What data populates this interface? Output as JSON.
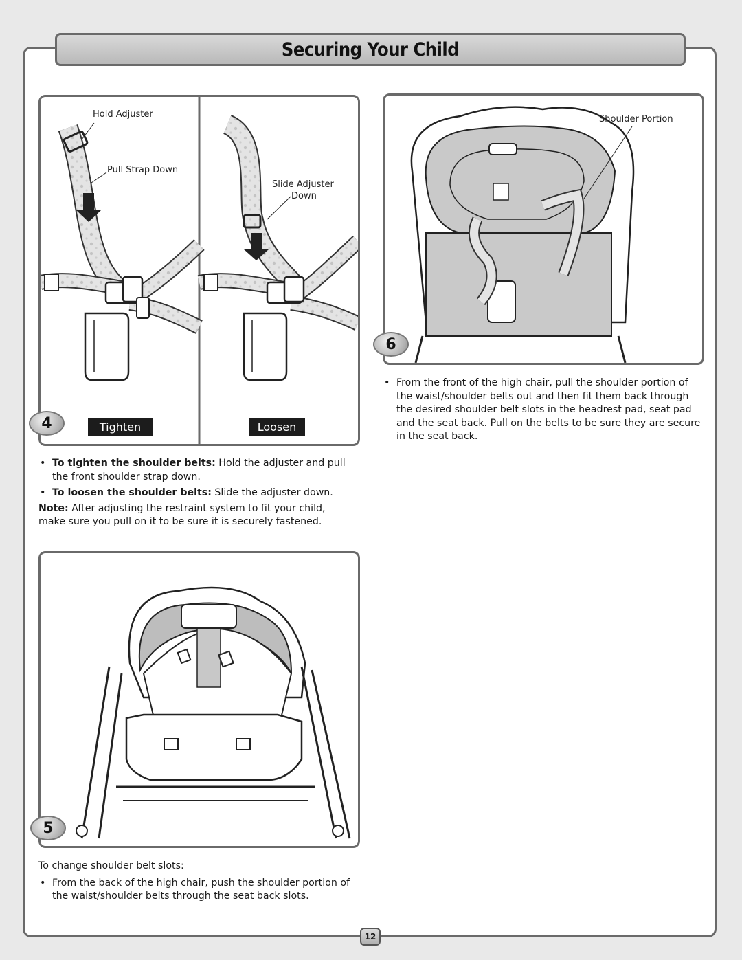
{
  "header": {
    "title": "Securing Your Child"
  },
  "step4": {
    "number": "4",
    "tighten_tab": "Tighten",
    "loosen_tab": "Loosen",
    "label_hold_adjuster": "Hold Adjuster",
    "label_pull_strap_down": "Pull Strap Down",
    "label_slide_adjuster": "Slide Adjuster",
    "label_down": "Down",
    "bullet1_bold": "To tighten the shoulder belts:",
    "bullet1_text": " Hold the adjuster and pull the front shoulder strap down.",
    "bullet2_bold": "To loosen the shoulder belts:",
    "bullet2_text": " Slide the adjuster down.",
    "note_bold": "Note:",
    "note_text": " After adjusting the restraint system to fit your child, make sure you pull on it to be sure it is securely fastened."
  },
  "step5": {
    "number": "5",
    "heading": "To change shoulder belt slots:",
    "bullet": "From the back of the high chair, push the shoulder portion of the waist/shoulder belts through the seat back slots."
  },
  "step6": {
    "number": "6",
    "label_shoulder_portion": "Shoulder Portion",
    "bullet": "From the front of the high chair, pull the shoulder portion of the waist/shoulder belts out and then fit them back through the desired shoulder belt slots in the headrest pad, seat pad and the seat back. Pull on the belts to be sure they are secure in the seat back."
  },
  "footer": {
    "page_number": "12"
  }
}
